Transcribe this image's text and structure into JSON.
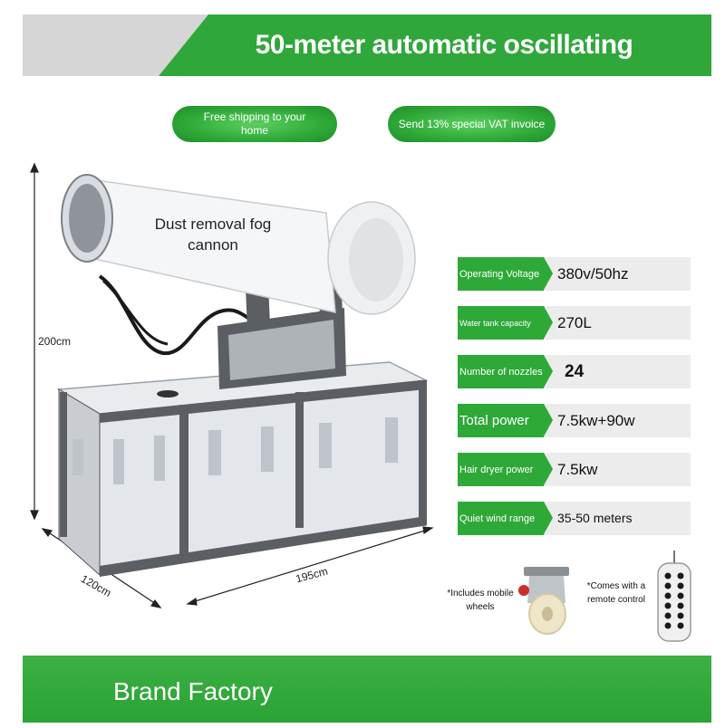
{
  "header": {
    "title": "50-meter automatic oscillating spray"
  },
  "badges": {
    "free_shipping": "Free shipping to your home",
    "vat_invoice": "Send 13% special VAT invoice"
  },
  "product": {
    "cannon_label": "Dust removal fog cannon",
    "dimensions": {
      "height": "200cm",
      "depth": "120cm",
      "width": "195cm"
    }
  },
  "specs": [
    {
      "label": "Operating Voltage",
      "value": "380v/50hz"
    },
    {
      "label": "Water tank capacity",
      "value": "270L"
    },
    {
      "label": "Number of nozzles",
      "value": "24"
    },
    {
      "label": "Total power",
      "value": "7.5kw+90w"
    },
    {
      "label": "Hair dryer power",
      "value": "7.5kw"
    },
    {
      "label": "Quiet wind range",
      "value": "35-50 meters"
    }
  ],
  "accessories": {
    "wheels": "*Includes mobile wheels",
    "remote": "*Comes with a remote control"
  },
  "footer": {
    "brand": "Brand Factory"
  },
  "colors": {
    "brand_green": "#2ea938",
    "header_grey": "#d6d6d6",
    "spec_row_bg": "#ececec"
  }
}
